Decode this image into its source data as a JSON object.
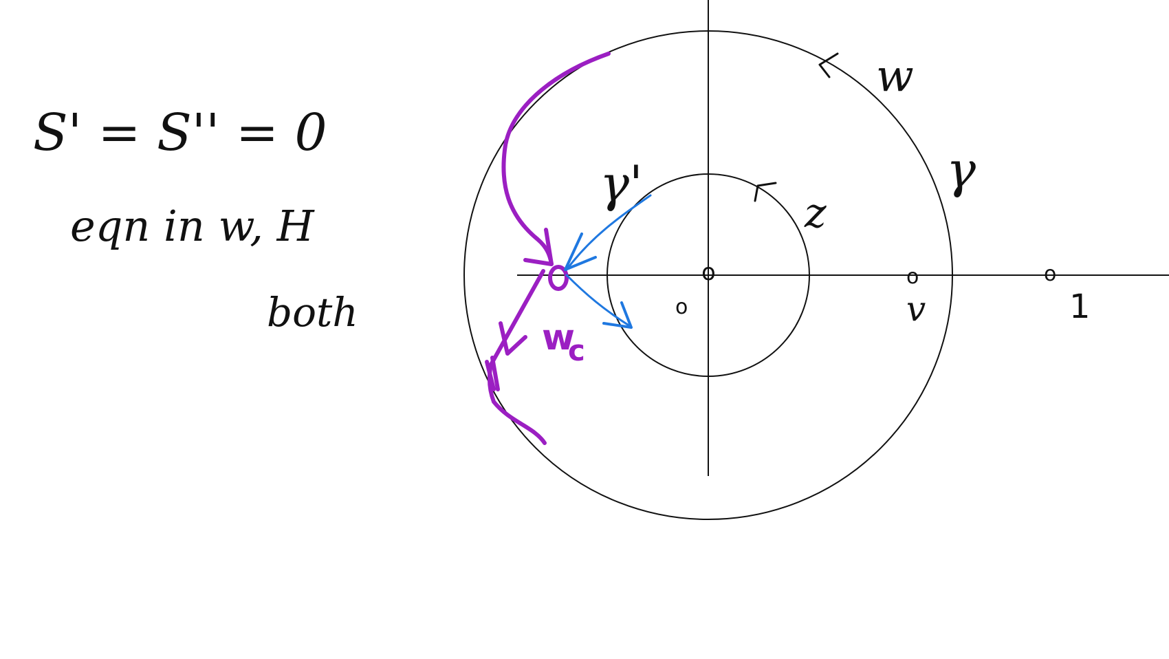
{
  "notes": {
    "line1": "S' = S'' = 0",
    "line2": "eqn in w, H",
    "line3": "both"
  },
  "labels": {
    "w": "w",
    "gamma": "γ",
    "gamma_prime": "γ'",
    "z": "z",
    "origin_mark": "o",
    "zero_mark": "o",
    "v_mark": "o",
    "v": "v",
    "one_mark": "o",
    "one": "1",
    "w_c": "w",
    "w_c_sub": "c"
  },
  "colors": {
    "ink": "#111111",
    "purple": "#9b1fc2",
    "blue": "#1f78e0",
    "background": "#ffffff"
  }
}
